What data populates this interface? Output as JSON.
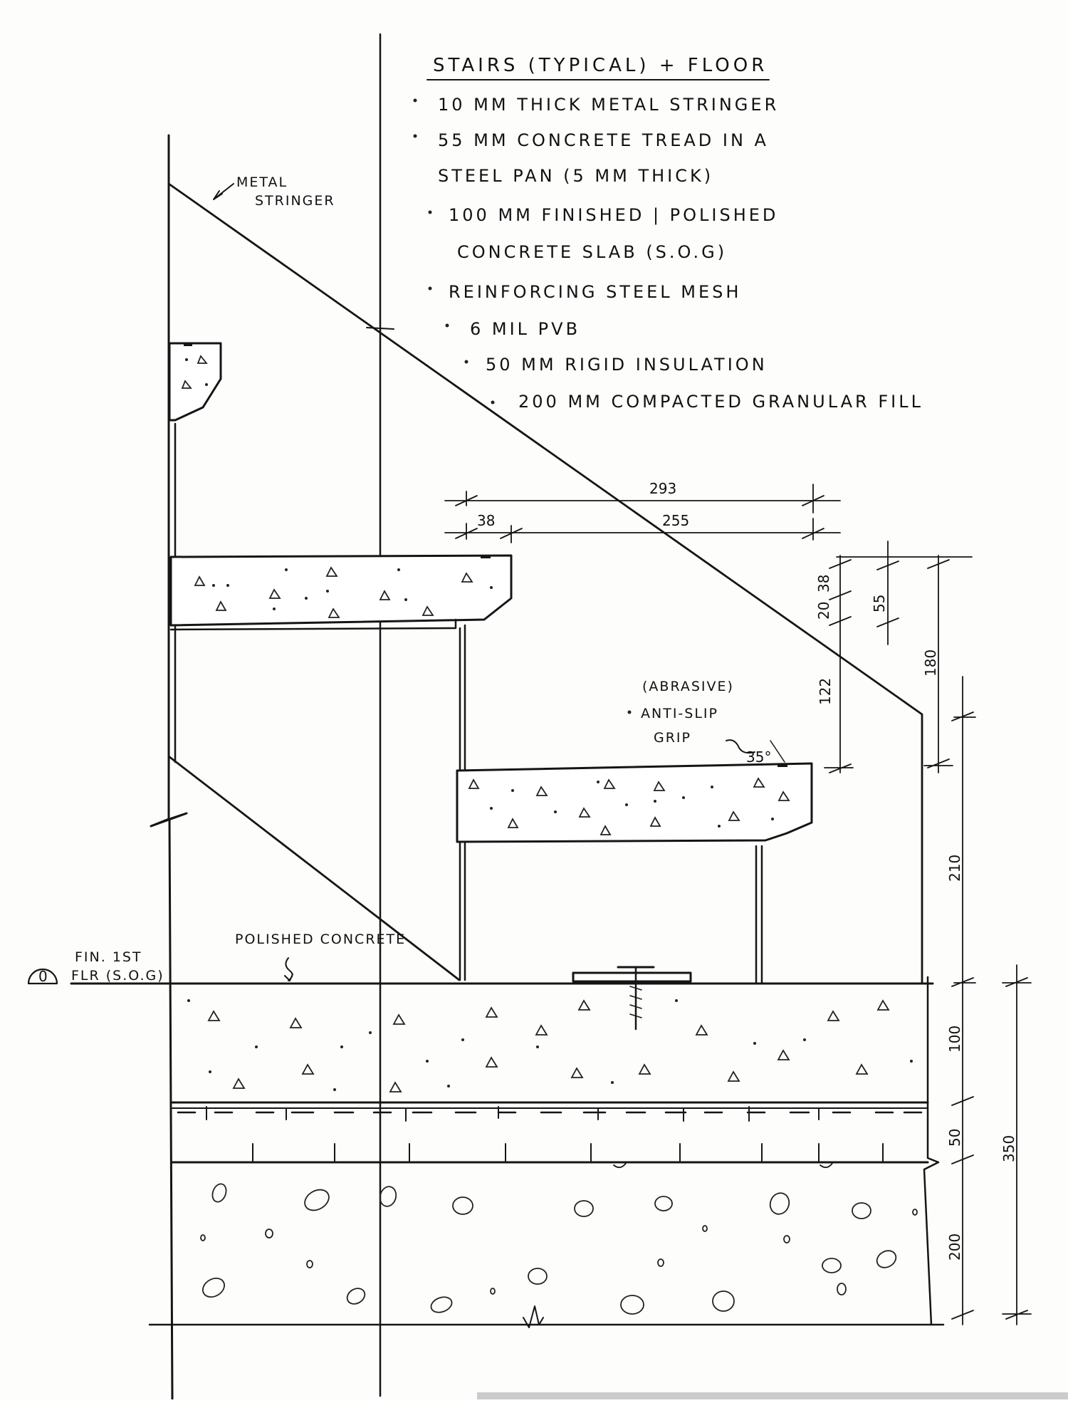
{
  "notes": {
    "title": "STAIRS (TYPICAL) + FLOOR",
    "lines": [
      "10 MM THICK METAL STRINGER",
      "55 MM CONCRETE TREAD IN A",
      "STEEL PAN (5 MM THICK)",
      "100 MM FINISHED | POLISHED",
      "CONCRETE SLAB (S.O.G)",
      "REINFORCING STEEL MESH",
      "6 MIL PVB",
      "50 MM RIGID INSULATION",
      "200 MM COMPACTED GRANULAR FILL"
    ]
  },
  "labels": {
    "stringer_1": "METAL",
    "stringer_2": "STRINGER",
    "polished": "POLISHED CONCRETE",
    "grip_1": "(ABRASIVE)",
    "grip_2": "ANTI-SLIP",
    "grip_3": "GRIP",
    "grip_dim": "35°",
    "floor_tag": "0",
    "floor_1": "FIN. 1ST",
    "floor_2": "FLR (S.O.G)"
  },
  "dimensions": {
    "d293": "293",
    "d38_h": "38",
    "d255": "255",
    "d38_v": "38",
    "d20": "20",
    "d55": "55",
    "d122": "122",
    "d180": "180",
    "d210": "210",
    "d100": "100",
    "d50": "50",
    "d200": "200",
    "d350": "350"
  },
  "colors": {
    "ink": "#151515",
    "paper": "#fdfdfc"
  }
}
